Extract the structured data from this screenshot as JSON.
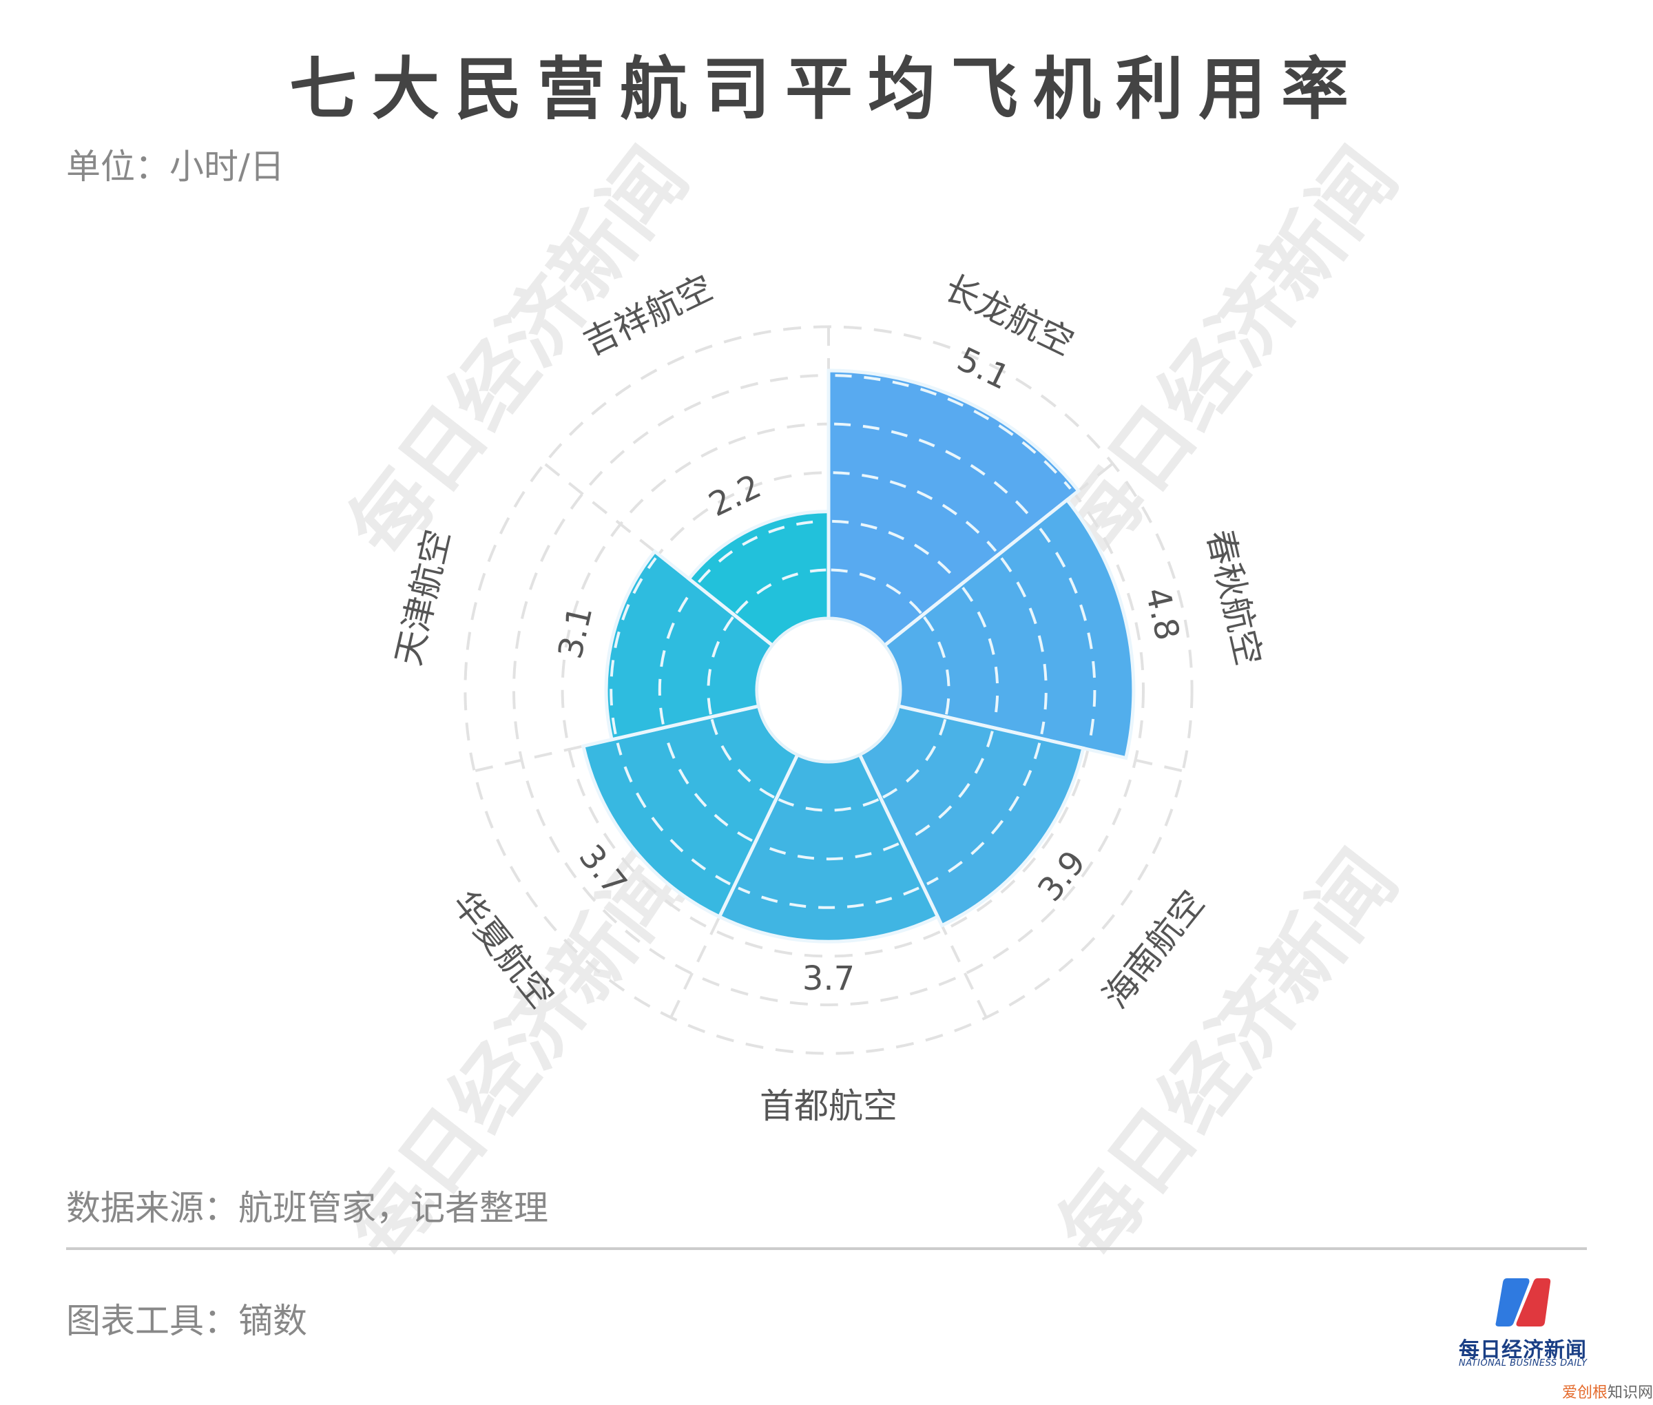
{
  "header": {
    "title": "七大民营航司平均飞机利用率",
    "unit": "单位：小时/日"
  },
  "footer": {
    "source": "数据来源：航班管家，记者整理",
    "tool": "图表工具：镝数"
  },
  "watermark": {
    "text": "每日经济新闻"
  },
  "logo": {
    "name_cn": "每日经济新闻",
    "name_en": "NATIONAL BUSINESS DAILY",
    "mark_colors": [
      "#2f7ae0",
      "#e0383e"
    ]
  },
  "credit": {
    "part1": "爱创根",
    "part2": "知识网"
  },
  "chart_data": {
    "type": "polar_bar",
    "title": "七大民营航司平均飞机利用率",
    "unit": "小时/日",
    "categories": [
      "长龙航空",
      "春秋航空",
      "海南航空",
      "首都航空",
      "华夏航空",
      "天津航空",
      "吉祥航空"
    ],
    "values": [
      5.1,
      4.8,
      3.9,
      3.7,
      3.7,
      3.1,
      2.2
    ],
    "value_labels": [
      "5.1",
      "4.8",
      "3.9",
      "3.7",
      "3.7",
      "3.1",
      "2.2"
    ],
    "colors": [
      "#58aaf0",
      "#52aeec",
      "#4ab2e7",
      "#40b5e3",
      "#38b8e1",
      "#2ebcdf",
      "#22c1db"
    ],
    "radial_axis": {
      "min": 0,
      "max": 6,
      "gridlines": [
        1,
        2,
        3,
        4,
        5,
        6
      ],
      "grid_style": "dashed"
    },
    "angular_start": "12 o'clock, clockwise",
    "inner_hole": true,
    "grid": true,
    "legend": "none"
  }
}
